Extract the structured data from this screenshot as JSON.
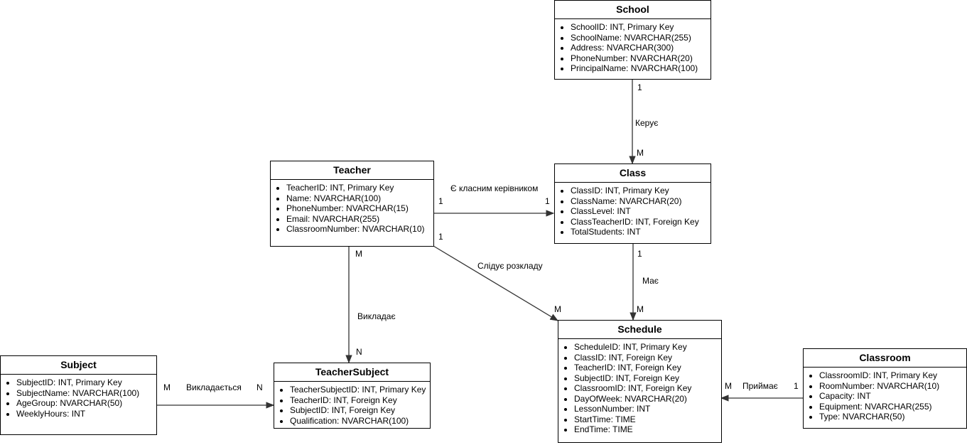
{
  "entities": {
    "school": {
      "title": "School",
      "fields": [
        "SchoolID: INT, Primary Key",
        "SchoolName: NVARCHAR(255)",
        "Address: NVARCHAR(300)",
        "PhoneNumber: NVARCHAR(20)",
        "PrincipalName: NVARCHAR(100)"
      ]
    },
    "teacher": {
      "title": "Teacher",
      "fields": [
        "TeacherID: INT, Primary Key",
        "Name: NVARCHAR(100)",
        "PhoneNumber: NVARCHAR(15)",
        "Email: NVARCHAR(255)",
        "ClassroomNumber: NVARCHAR(10)"
      ]
    },
    "class": {
      "title": "Class",
      "fields": [
        "ClassID: INT, Primary Key",
        "ClassName: NVARCHAR(20)",
        "ClassLevel: INT",
        "ClassTeacherID: INT, Foreign Key",
        "TotalStudents: INT"
      ]
    },
    "schedule": {
      "title": "Schedule",
      "fields": [
        "ScheduleID: INT, Primary Key",
        "ClassID: INT, Foreign Key",
        "TeacherID: INT, Foreign Key",
        "SubjectID: INT, Foreign Key",
        "ClassroomID: INT, Foreign Key",
        "DayOfWeek: NVARCHAR(20)",
        "LessonNumber: INT",
        "StartTime: TIME",
        "EndTime: TIME"
      ]
    },
    "subject": {
      "title": "Subject",
      "fields": [
        "SubjectID: INT, Primary Key",
        "SubjectName: NVARCHAR(100)",
        "AgeGroup: NVARCHAR(50)",
        "WeeklyHours: INT"
      ]
    },
    "teachersubject": {
      "title": "TeacherSubject",
      "fields": [
        "TeacherSubjectID: INT, Primary Key",
        "TeacherID: INT, Foreign Key",
        "SubjectID: INT, Foreign Key",
        "Qualification: NVARCHAR(100)"
      ]
    },
    "classroom": {
      "title": "Classroom",
      "fields": [
        "ClassroomID: INT, Primary Key",
        "RoomNumber: NVARCHAR(10)",
        "Capacity: INT",
        "Equipment: NVARCHAR(255)",
        "Type: NVARCHAR(50)"
      ]
    }
  },
  "relations": {
    "school_class": {
      "label": "Керує",
      "from_card": "1",
      "to_card": "M"
    },
    "teacher_class": {
      "label": "Є класним керівником",
      "from_card": "1",
      "to_card": "1"
    },
    "teacher_schedule": {
      "label": "Слідує розкладу",
      "from_card": "1",
      "to_card": "M"
    },
    "class_schedule": {
      "label": "Має",
      "from_card": "1",
      "to_card": "M"
    },
    "teacher_teachersubject": {
      "label": "Викладає",
      "from_card": "M",
      "to_card": "N"
    },
    "subject_teachersubject": {
      "label": "Викладається",
      "from_card": "M",
      "to_card": "N"
    },
    "classroom_schedule": {
      "label": "Приймає",
      "from_card": "1",
      "to_card": "M"
    }
  }
}
